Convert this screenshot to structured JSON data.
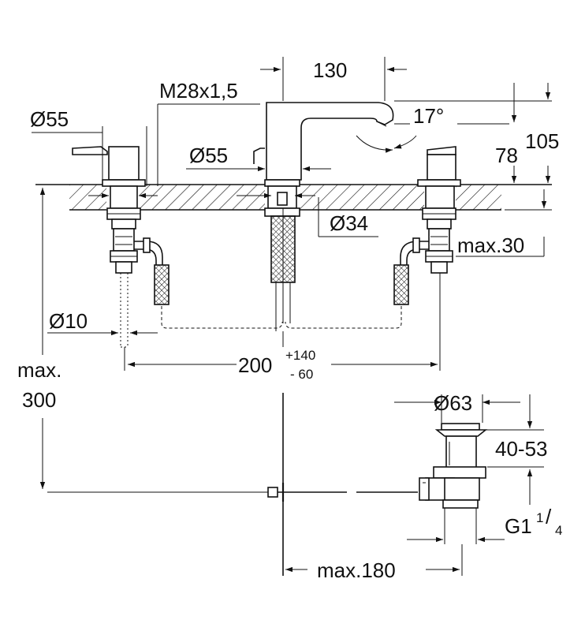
{
  "diagram": {
    "dimensions": {
      "spout_reach": "130",
      "thread": "M28x1,5",
      "handle_dia_left": "Ø55",
      "spout_dia": "Ø55",
      "angle": "17°",
      "height_total": "105",
      "height_spout": "78",
      "hole_dia": "Ø34",
      "max_thickness": "max.30",
      "connection_dia": "Ø10",
      "spacing": "200",
      "spacing_plus": "+140",
      "spacing_minus": "- 60",
      "max_depth_line1": "max.",
      "max_depth_line2": "300",
      "waste_dia": "Ø63",
      "waste_range": "40-53",
      "waste_thread_main": "G1",
      "waste_thread_num": "1",
      "waste_thread_den": "4",
      "waste_reach": "max.180"
    }
  }
}
